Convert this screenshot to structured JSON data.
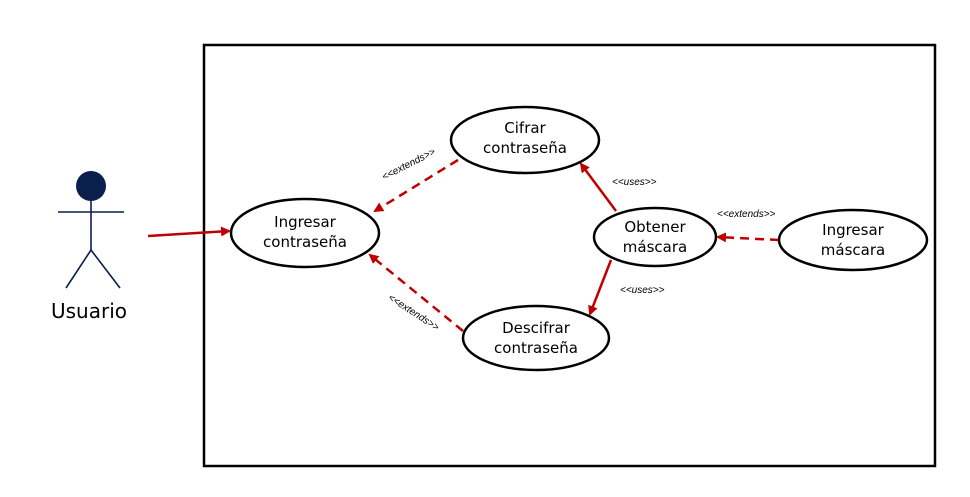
{
  "colors": {
    "arrow": "#c00000",
    "actor_fill": "#0b1f4d",
    "border": "#000000"
  },
  "actor": {
    "label": "Usuario"
  },
  "use_cases": {
    "ingresar_contrasena": [
      "Ingresar",
      "contraseña"
    ],
    "cifrar_contrasena": [
      "Cifrar",
      "contraseña"
    ],
    "descifrar_contrasena": [
      "Descifrar",
      "contraseña"
    ],
    "obtener_mascara": [
      "Obtener",
      "máscara"
    ],
    "ingresar_mascara": [
      "Ingresar",
      "máscara"
    ]
  },
  "relations": {
    "extends_cifrar": "<<extends>>",
    "extends_descifrar": "<<extends>>",
    "uses_cifrar": "<<uses>>",
    "uses_descifrar": "<<uses>>",
    "extends_mascara": "<<extends>>"
  }
}
